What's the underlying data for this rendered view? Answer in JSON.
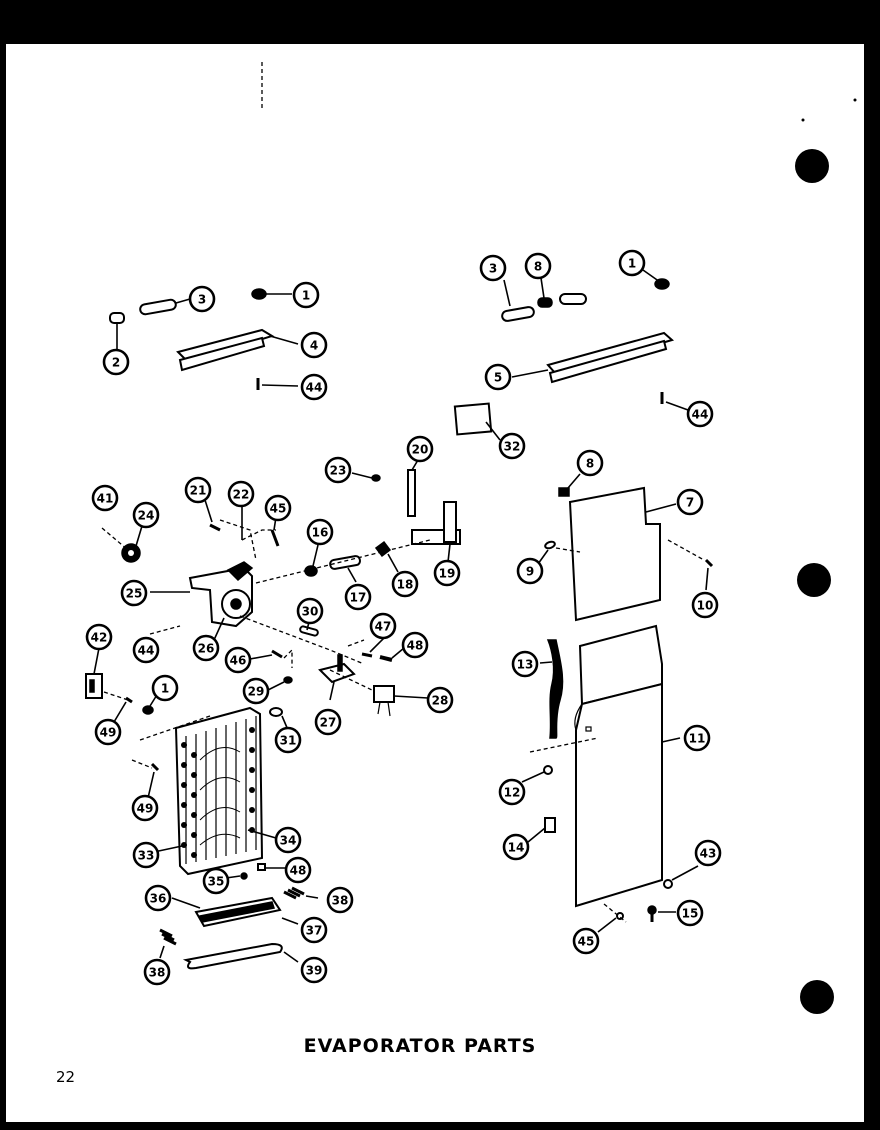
{
  "diagram": {
    "title": "EVAPORATOR PARTS",
    "page_number": "22",
    "callouts": {
      "c_1_a": "1",
      "c_2": "2",
      "c_3_a": "3",
      "c_4": "4",
      "c_44_a": "44",
      "c_3_b": "3",
      "c_8_a": "8",
      "c_1_b": "1",
      "c_5": "5",
      "c_44_b": "44",
      "c_32": "32",
      "c_20": "20",
      "c_23": "23",
      "c_8_b": "8",
      "c_7": "7",
      "c_41": "41",
      "c_24": "24",
      "c_21": "21",
      "c_22": "22",
      "c_45_a": "45",
      "c_16": "16",
      "c_9": "9",
      "c_10": "10",
      "c_25": "25",
      "c_17": "17",
      "c_18": "18",
      "c_19": "19",
      "c_44_c": "44",
      "c_26": "26",
      "c_30": "30",
      "c_46_a": "46",
      "c_47": "47",
      "c_48_a": "48",
      "c_42": "42",
      "c_13": "13",
      "c_1_c": "1",
      "c_29": "29",
      "c_28": "28",
      "c_27": "27",
      "c_49_a": "49",
      "c_31": "31",
      "c_11": "11",
      "c_12": "12",
      "c_49_b": "49",
      "c_34": "34",
      "c_14": "14",
      "c_33": "33",
      "c_43": "43",
      "c_35": "35",
      "c_48_b": "48",
      "c_36": "36",
      "c_38_a": "38",
      "c_15": "15",
      "c_37": "37",
      "c_45_b": "45",
      "c_38_b": "38",
      "c_39": "39"
    }
  }
}
